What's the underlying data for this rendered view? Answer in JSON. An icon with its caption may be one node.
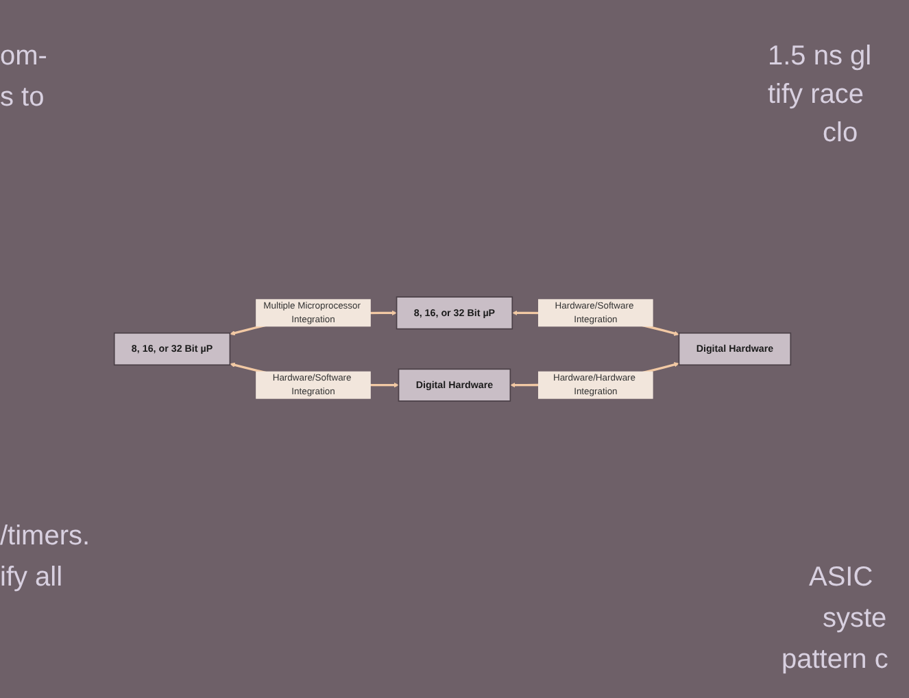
{
  "diagram": {
    "nodes": [
      {
        "text": [
          "8, 16, or 32 Bit µP"
        ]
      },
      {
        "text": [
          "8, 16, or 32 Bit µP"
        ]
      },
      {
        "text": [
          "Digital Hardware"
        ]
      },
      {
        "text": [
          "Digital Hardware"
        ]
      }
    ],
    "edges": [
      {
        "from": 0,
        "to": 1,
        "arrow": "both",
        "label": "Multiple Microprocessor Integration"
      },
      {
        "from": 0,
        "to": 2,
        "arrow": "both",
        "label": "Hardware/Software Integration"
      },
      {
        "from": 1,
        "to": 3,
        "arrow": "both",
        "label": "Hardware/Software Integration"
      },
      {
        "from": 2,
        "to": 3,
        "arrow": "both",
        "label": "Hardware/Hardware Integration"
      }
    ],
    "labels": [
      "om-",
      "s to",
      "1.5 ns gl",
      "tify race",
      "clo",
      "/timers.",
      "ify all",
      "ASIC",
      "syste",
      "pattern c"
    ]
  }
}
